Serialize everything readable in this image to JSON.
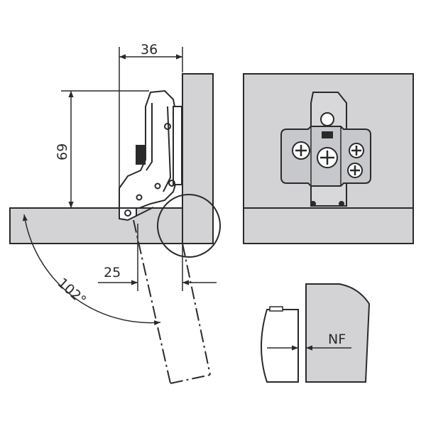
{
  "dimensions": {
    "width_36": "36",
    "height_69": "69",
    "offset_25": "25",
    "angle_102": "102°",
    "nf_label": "NF"
  },
  "colors": {
    "stroke": "#2a2a2a",
    "panel_fill": "#d3d3d5",
    "plate_fill": "#c7c8cb",
    "page_bg": "#ffffff"
  }
}
